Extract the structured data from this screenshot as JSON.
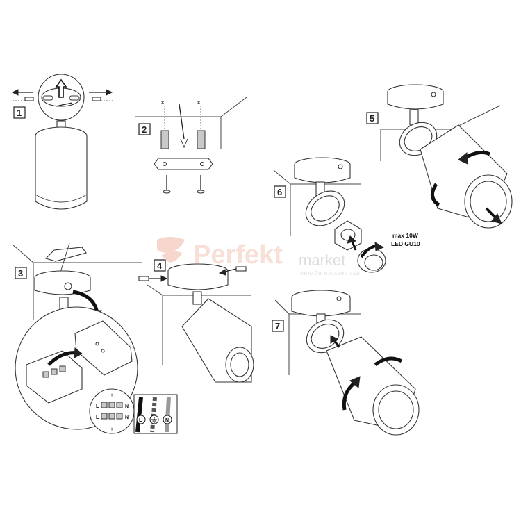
{
  "steps": [
    {
      "number": "1"
    },
    {
      "number": "2"
    },
    {
      "number": "3"
    },
    {
      "number": "4"
    },
    {
      "number": "5"
    },
    {
      "number": "6"
    },
    {
      "number": "7"
    }
  ],
  "bulb_spec": {
    "line1": "max 10W",
    "line2": "LED GU10"
  },
  "wiring": {
    "terminal_left_top": "L",
    "terminal_left_bottom": "L",
    "terminal_right_top": "N",
    "terminal_right_bottom": "N",
    "wire_live": "L",
    "wire_neutral": "N",
    "plus_top": "+",
    "plus_bottom": "+"
  },
  "watermark": {
    "brand_part1": "Perfekt",
    "brand_part2": "market",
    "tagline": "ОНЛАЙН МАГАЗИН LED"
  },
  "icons": [
    "arrow-icon",
    "screw-icon",
    "wall-plug-icon",
    "screwdriver-icon",
    "ground-symbol-icon",
    "rotate-arrow-icon",
    "leaf-logo-icon"
  ]
}
